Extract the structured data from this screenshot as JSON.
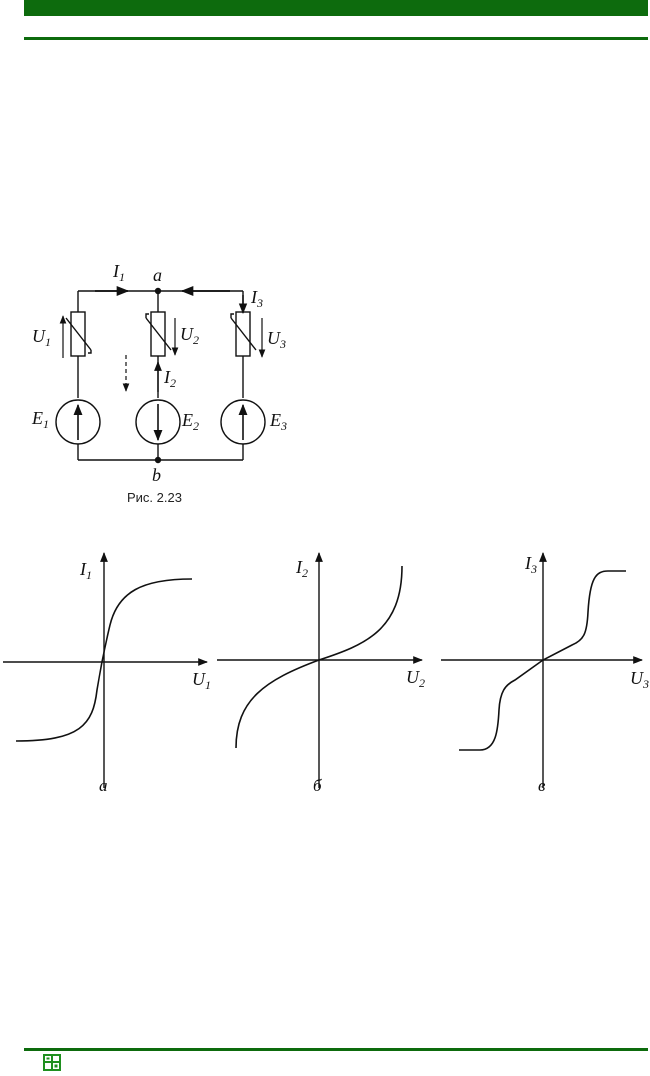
{
  "colors": {
    "accent_green": "#0d6b0d",
    "ink": "#111111"
  },
  "header": {
    "decoration": "green-bar"
  },
  "footer": {
    "logo_icon": "publisher-logo-icon"
  },
  "circuit": {
    "caption": "Рис. 2.23",
    "node_top": "a",
    "node_bottom": "b",
    "I1": {
      "main": "I",
      "sub": "1"
    },
    "I2": {
      "main": "I",
      "sub": "2"
    },
    "I3": {
      "main": "I",
      "sub": "3"
    },
    "U1": {
      "main": "U",
      "sub": "1"
    },
    "U2": {
      "main": "U",
      "sub": "2"
    },
    "U3": {
      "main": "U",
      "sub": "3"
    },
    "E1": {
      "main": "E",
      "sub": "1"
    },
    "E2": {
      "main": "E",
      "sub": "2"
    },
    "E3": {
      "main": "E",
      "sub": "3"
    }
  },
  "graphs": [
    {
      "id": "a",
      "caption": "а",
      "ylabel": {
        "main": "I",
        "sub": "1"
      },
      "xlabel": {
        "main": "U",
        "sub": "1"
      }
    },
    {
      "id": "b",
      "caption": "б",
      "ylabel": {
        "main": "I",
        "sub": "2"
      },
      "xlabel": {
        "main": "U",
        "sub": "2"
      }
    },
    {
      "id": "c",
      "caption": "в",
      "ylabel": {
        "main": "I",
        "sub": "3"
      },
      "xlabel": {
        "main": "U",
        "sub": "3"
      }
    }
  ]
}
